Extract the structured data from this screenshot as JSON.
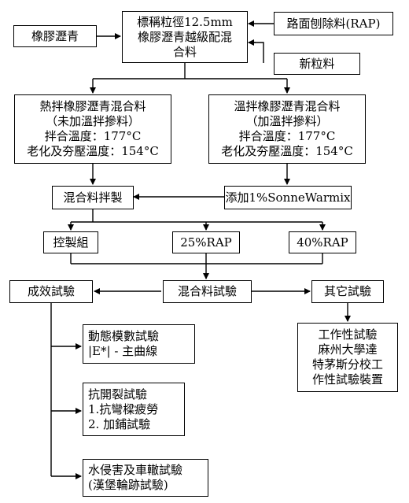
{
  "nodes": {
    "asphalt_rubber": {
      "lines": [
        "橡膠瀝青"
      ]
    },
    "mix_design": {
      "lines": [
        "標稱粒徑12.5mm",
        "橡膠瀝青越級配混",
        "合料"
      ]
    },
    "rap": {
      "lines": [
        "路面刨除料(RAP)"
      ]
    },
    "new_aggregate": {
      "lines": [
        "新粒料"
      ]
    },
    "hma": {
      "lines": [
        "熱拌橡膠瀝青混合料",
        "（未加溫拌摻料）",
        "拌合溫度：177°C",
        "老化及夯壓溫度：154°C"
      ]
    },
    "wma": {
      "lines": [
        "溫拌橡膠瀝青混合料",
        "（加溫拌摻料）",
        "拌合溫度：177°C",
        "老化及夯壓溫度：154°C"
      ]
    },
    "mixing": {
      "lines": [
        "混合料拌製"
      ]
    },
    "additive": {
      "lines": [
        "添加1%SonneWarmix"
      ]
    },
    "control": {
      "lines": [
        "控製組"
      ]
    },
    "rap25": {
      "lines": [
        "25%RAP"
      ]
    },
    "rap40": {
      "lines": [
        "40%RAP"
      ]
    },
    "performance_test": {
      "lines": [
        "成效試驗"
      ]
    },
    "mixture_test": {
      "lines": [
        "混合料試驗"
      ]
    },
    "other_test": {
      "lines": [
        "其它試驗"
      ]
    },
    "dynamic_modulus": {
      "lines": [
        "動態模數試驗",
        "|E*| - 主曲線"
      ]
    },
    "cracking": {
      "lines": [
        "抗開裂試驗",
        "1.抗彎樑疲勞",
        "2. 加鋪試驗"
      ]
    },
    "moisture_rutting": {
      "lines": [
        "水侵害及車轍試驗",
        "(漢堡輪跡試驗)"
      ]
    },
    "workability": {
      "lines": [
        "工作性試驗",
        "麻州大學達",
        "特茅斯分校工",
        "作性試驗裝置"
      ]
    }
  }
}
